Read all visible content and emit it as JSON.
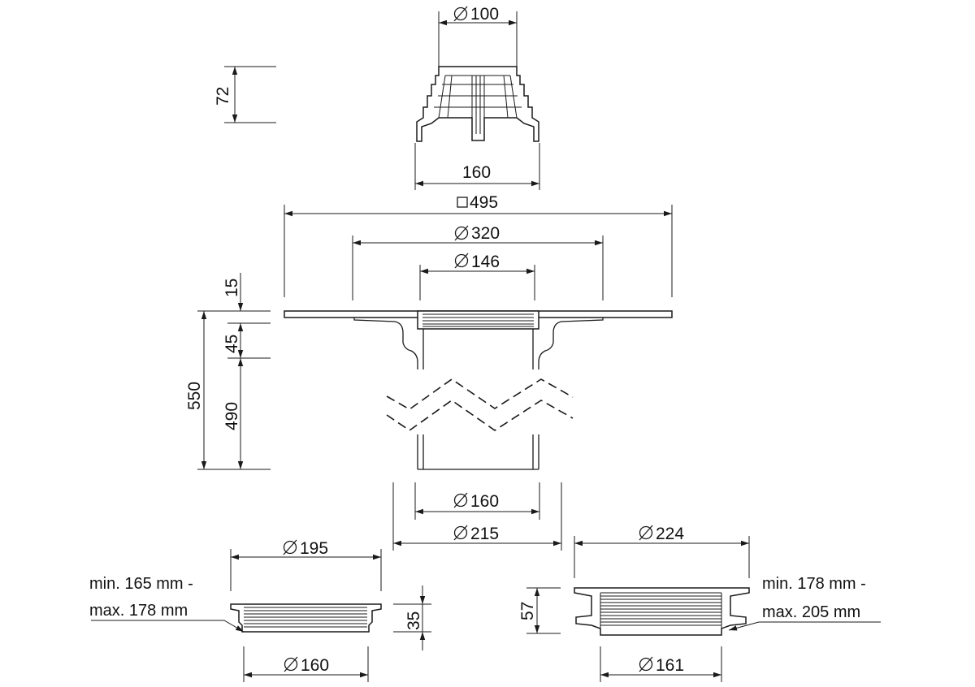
{
  "dimensions": {
    "strainer_top_diameter": "100",
    "strainer_height": "72",
    "strainer_width": "160",
    "flange_square": "495",
    "flange_diameter": "320",
    "inlet_diameter": "146",
    "flange_thickness": "15",
    "collar_height": "45",
    "overall_height": "550",
    "pipe_length": "490",
    "pipe_diameter": "160",
    "outer_diameter": "215",
    "left_ring_outer_diameter": "195",
    "left_ring_height": "35",
    "left_ring_inner_diameter": "160",
    "right_ring_outer_diameter": "224",
    "right_ring_height": "57",
    "right_ring_inner_diameter": "161"
  },
  "notes": {
    "left_range_min": "min. 165 mm -",
    "left_range_max": "max. 178 mm",
    "right_range_min": "min. 178 mm -",
    "right_range_max": "max. 205 mm"
  },
  "symbols": {
    "diameter": "diameter-symbol",
    "square": "square-symbol"
  }
}
